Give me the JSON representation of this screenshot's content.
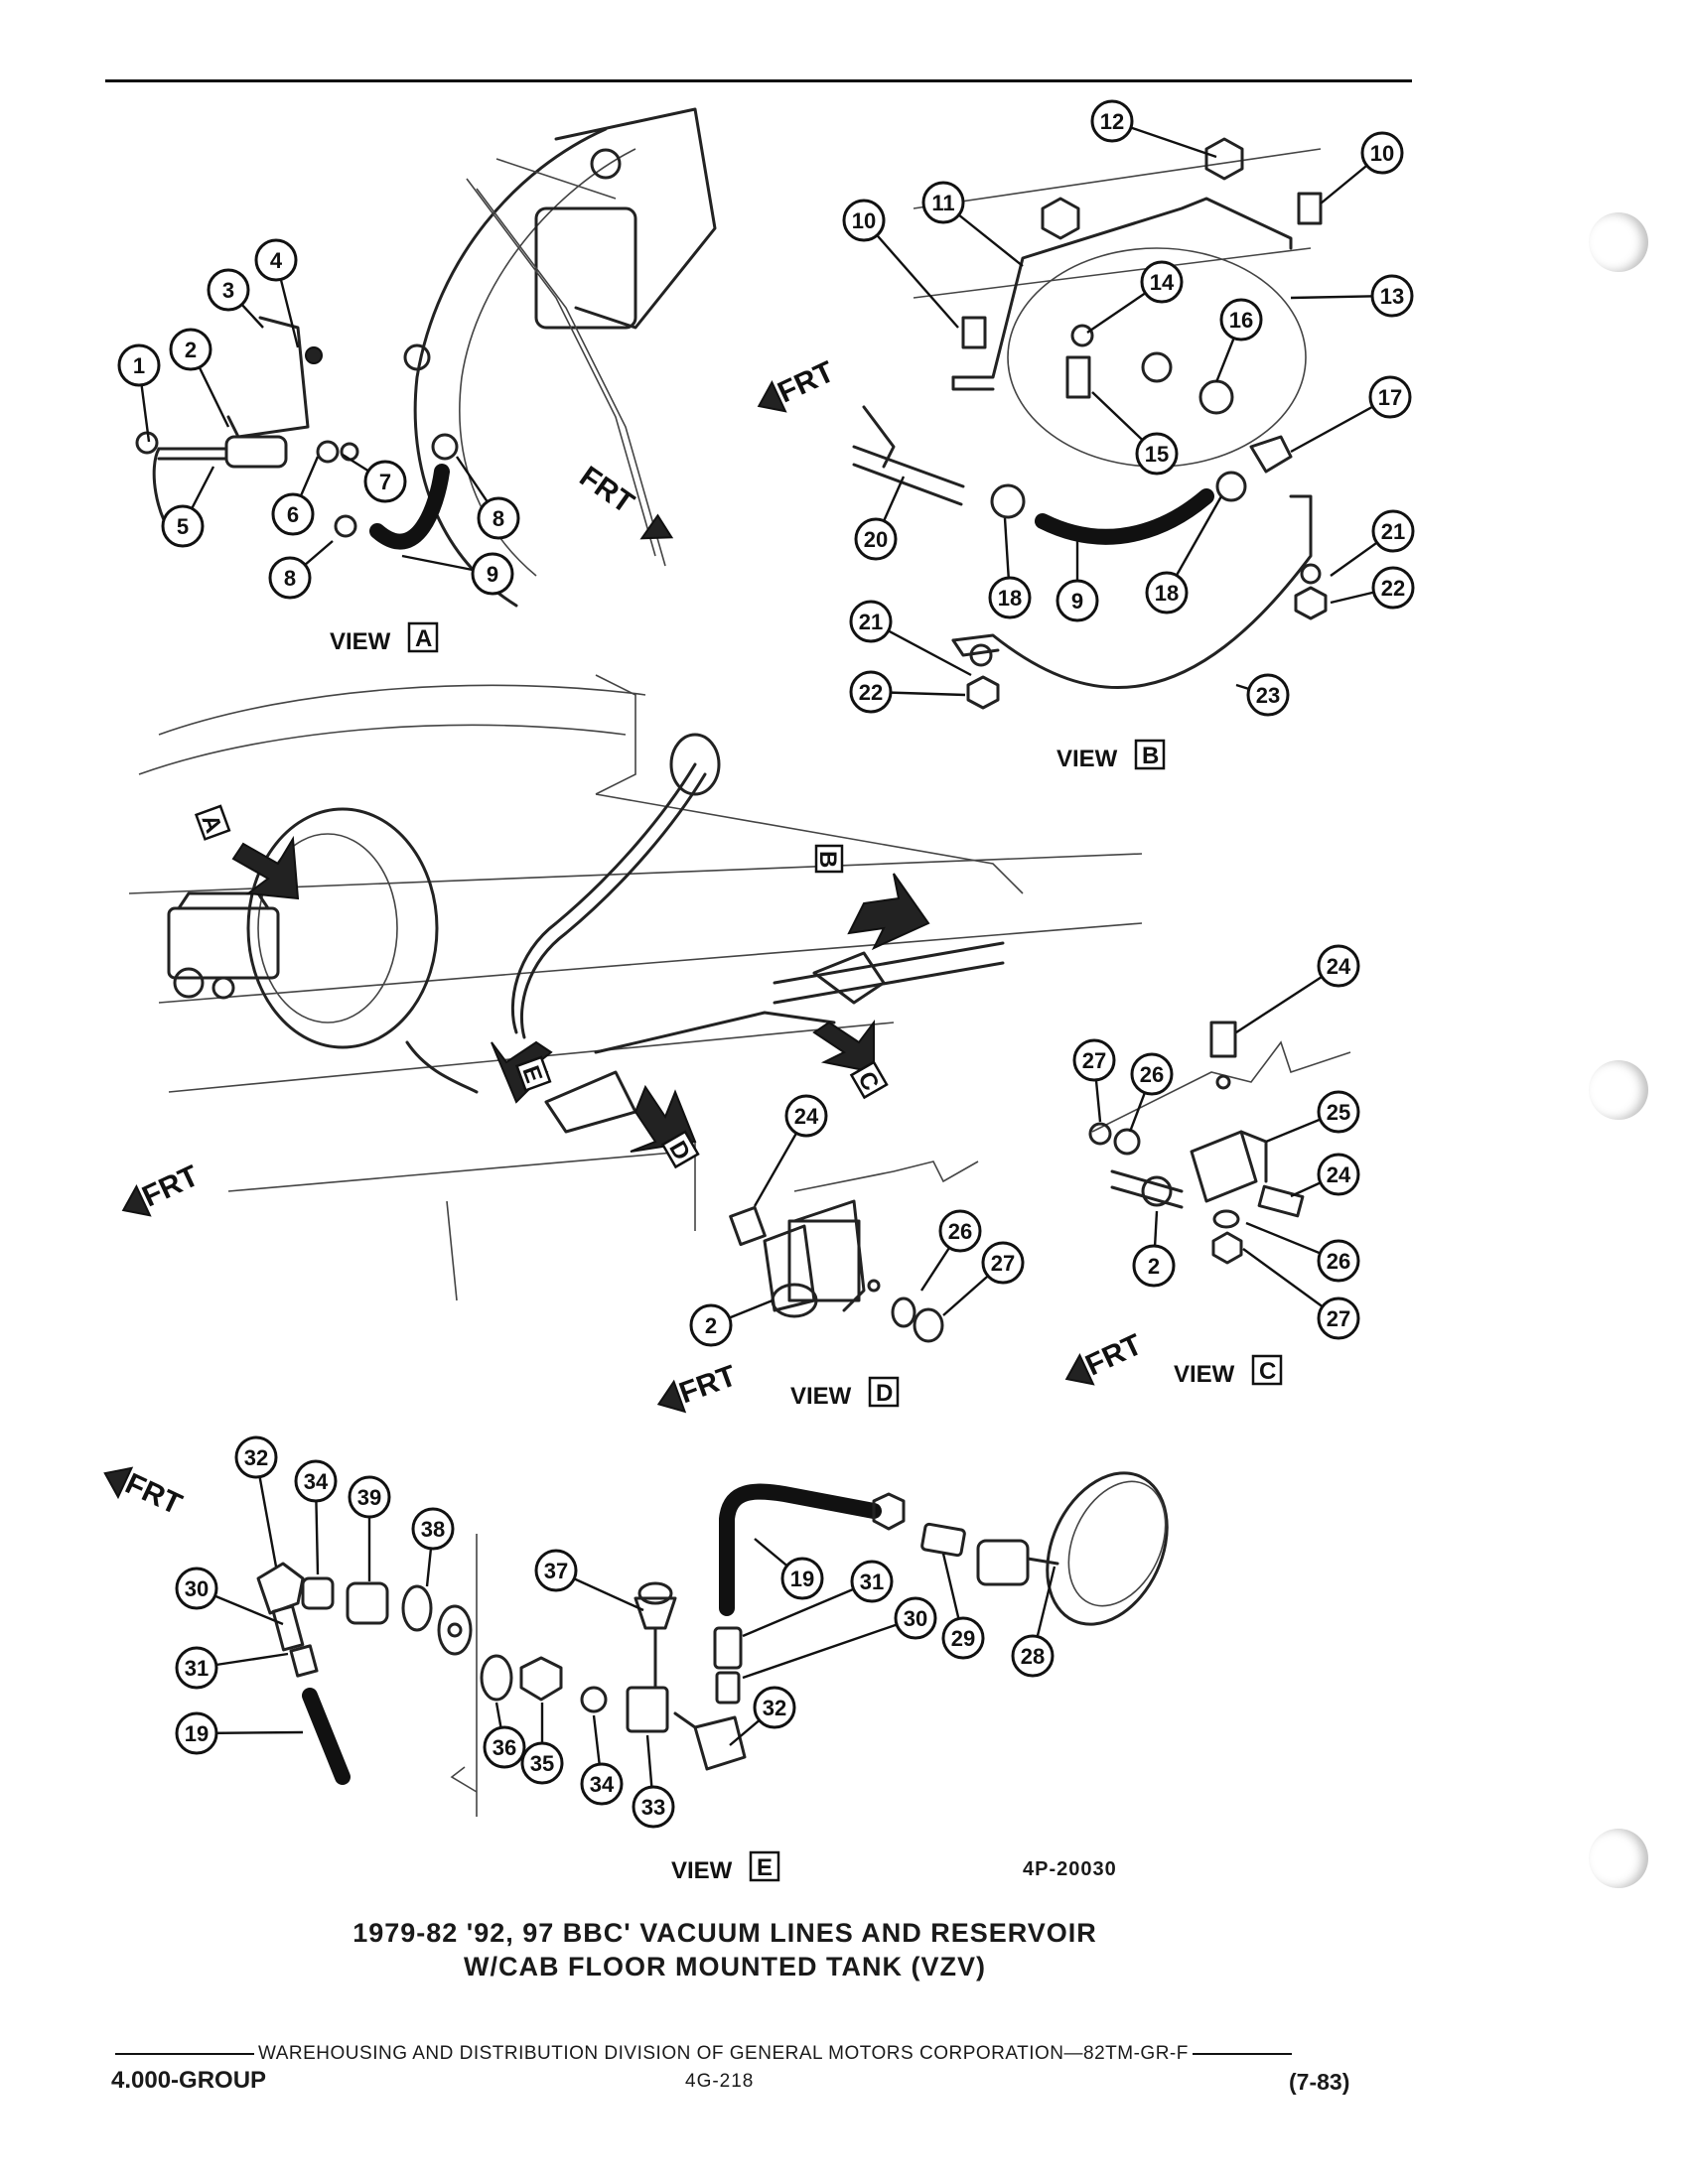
{
  "document": {
    "figure_code": "4P-20030",
    "caption_line1": "1979-82 '92, 97 BBC' VACUUM LINES AND RESERVOIR",
    "caption_line2": "W/CAB FLOOR MOUNTED TANK (VZV)",
    "footer_text": "WAREHOUSING AND DISTRIBUTION DIVISION OF GENERAL MOTORS CORPORATION—82TM-GR-F",
    "footer_group": "4.000-GROUP",
    "footer_page": "4G-218",
    "footer_date": "(7-83)"
  },
  "labels": {
    "view_word": "VIEW",
    "frt": "FRT"
  },
  "views": [
    {
      "id": "A"
    },
    {
      "id": "B"
    },
    {
      "id": "C"
    },
    {
      "id": "D"
    },
    {
      "id": "E"
    }
  ],
  "callouts": {
    "view_a": [
      "1",
      "2",
      "3",
      "4",
      "5",
      "6",
      "7",
      "8",
      "8",
      "9"
    ],
    "view_b": [
      "10",
      "11",
      "12",
      "10",
      "13",
      "14",
      "16",
      "15",
      "17",
      "20",
      "18",
      "9",
      "18",
      "21",
      "22",
      "21",
      "22",
      "23"
    ],
    "view_c": [
      "24",
      "27",
      "26",
      "25",
      "24",
      "2",
      "26",
      "27"
    ],
    "view_d": [
      "24",
      "26",
      "27",
      "2"
    ],
    "view_e": [
      "32",
      "34",
      "39",
      "38",
      "37",
      "19",
      "31",
      "30",
      "29",
      "28",
      "30",
      "31",
      "19",
      "36",
      "35",
      "34",
      "33",
      "32"
    ]
  }
}
